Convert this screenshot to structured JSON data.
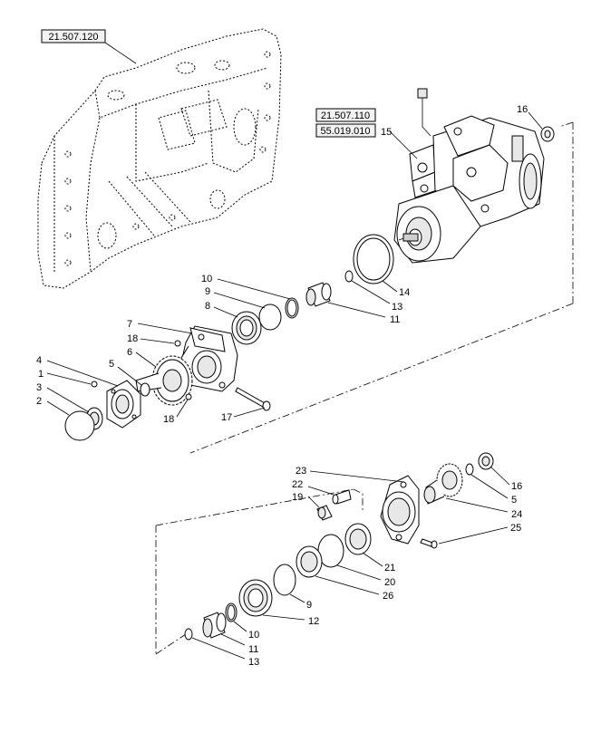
{
  "references": {
    "housing_ref": "21.507.120",
    "pump_ref_a": "21.507.110",
    "pump_ref_b": "55.019.010"
  },
  "callouts": {
    "c1": "1",
    "c2": "2",
    "c3": "3",
    "c4": "4",
    "c5_upper": "5",
    "c5_lower": "5",
    "c6": "6",
    "c7": "7",
    "c8": "8",
    "c9_upper": "9",
    "c9_lower": "9",
    "c10_upper": "10",
    "c10_lower": "10",
    "c11_upper": "11",
    "c11_lower": "11",
    "c12": "12",
    "c13_upper": "13",
    "c13_lower": "13",
    "c14": "14",
    "c15": "15",
    "c16_upper": "16",
    "c16_lower": "16",
    "c17": "17",
    "c18_upper": "18",
    "c18_lower": "18",
    "c19": "19",
    "c20": "20",
    "c21": "21",
    "c22": "22",
    "c23": "23",
    "c24": "24",
    "c25": "25",
    "c26": "26"
  }
}
